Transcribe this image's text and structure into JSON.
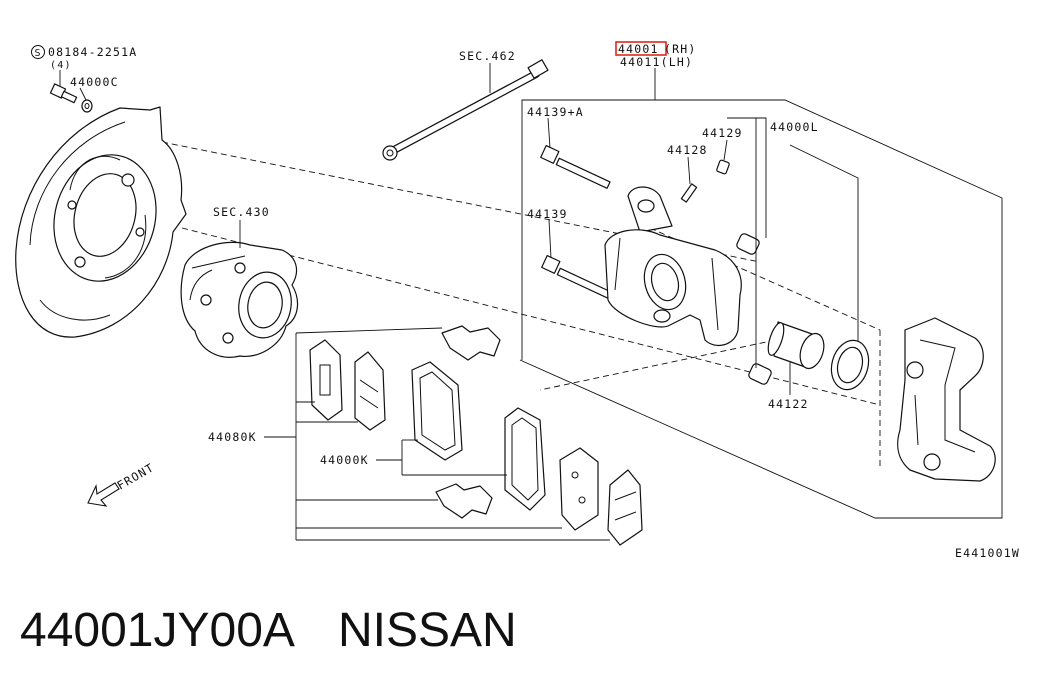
{
  "diagram": {
    "labels": {
      "bolt_symbol": "S",
      "bolt_part": "08184-2251A",
      "bolt_qty": "(4)",
      "p44000c": "44000C",
      "sec462": "SEC.462",
      "caliper_rh_number": "44001",
      "caliper_rh_side": "(RH)",
      "caliper_lh": "44011(LH)",
      "p44139a": "44139+A",
      "p44129": "44129",
      "p44000l": "44000L",
      "p44128": "44128",
      "sec430": "SEC.430",
      "p44139": "44139",
      "p44122": "44122",
      "p44080k": "44080K",
      "p44000k": "44000K",
      "front": "FRONT",
      "diagram_code": "E441001W"
    },
    "highlight_color": "#e0261c"
  },
  "footer": {
    "part_number": "44001JY00A",
    "brand": "NISSAN"
  }
}
